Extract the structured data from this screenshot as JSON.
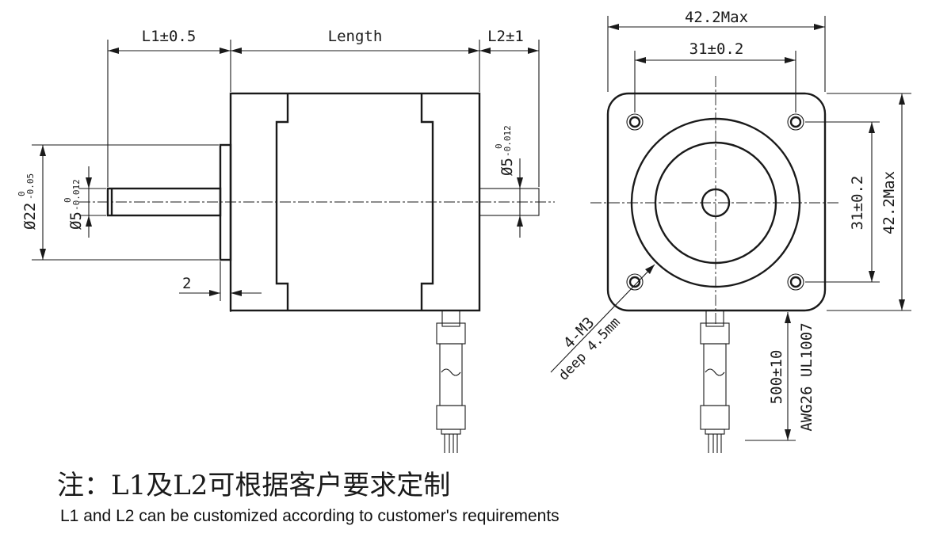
{
  "side_view": {
    "dim_l1": "L1±0.5",
    "dim_length": "Length",
    "dim_l2": "L2±1",
    "dim_shaft_dia": "Ø5",
    "dim_shaft_dia_tol_upper": "0",
    "dim_shaft_dia_tol_lower": "-0.012",
    "dim_rear_shaft_dia": "Ø5",
    "dim_rear_shaft_tol_upper": "0",
    "dim_rear_shaft_tol_lower": "-0.012",
    "dim_boss_dia": "Ø22",
    "dim_boss_tol_upper": "0",
    "dim_boss_tol_lower": "-0.05",
    "dim_boss_height": "2"
  },
  "front_view": {
    "dim_width_max": "42.2Max",
    "dim_hole_spacing_h": "31±0.2",
    "dim_hole_spacing_v": "31±0.2",
    "dim_height_max": "42.2Max",
    "hole_callout_line1": "4-M3",
    "hole_callout_line2": "deep 4.5mm",
    "lead_length": "500±10",
    "wire_spec": "AWG26 UL1007"
  },
  "notes": {
    "chinese": "注：L1及L2可根据客户要求定制",
    "english": "L1 and L2 can be customized according to customer's requirements"
  }
}
